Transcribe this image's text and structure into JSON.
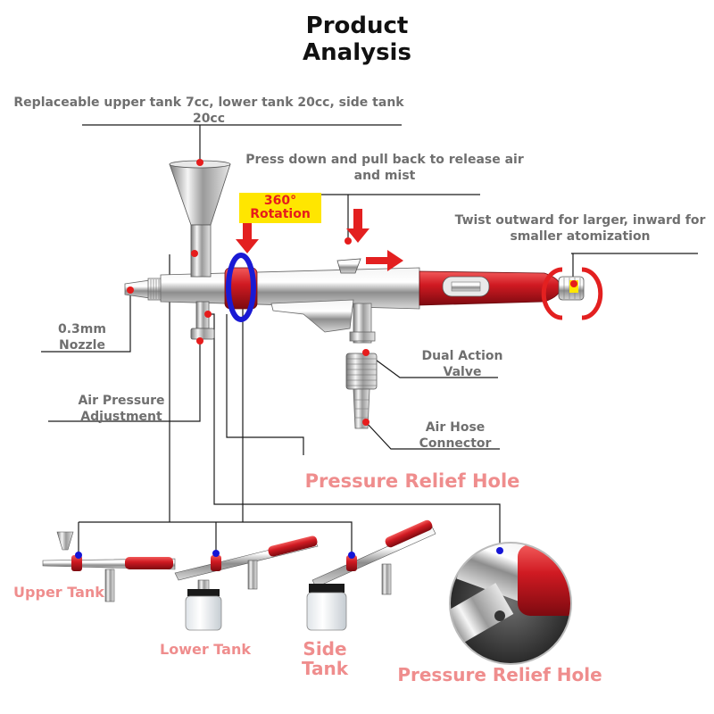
{
  "header": {
    "title_line1": "Product",
    "title_line2": "Analysis"
  },
  "labels": {
    "tank_capacity": "Replaceable upper tank 7cc, lower tank 20cc, side tank 20cc",
    "press_down": "Press down and pull back to release air and mist",
    "rotation_badge_line1": "360°",
    "rotation_badge_line2": "Rotation",
    "twist": "Twist outward for larger, inward for smaller atomization",
    "nozzle_line1": "0.3mm",
    "nozzle_line2": "Nozzle",
    "air_pressure_line1": "Air Pressure",
    "air_pressure_line2": "Adjustment",
    "dual_action_line1": "Dual Action",
    "dual_action_line2": "Valve",
    "air_hose_line1": "Air Hose",
    "air_hose_line2": "Connector",
    "pressure_relief_1": "Pressure Relief Hole",
    "upper_tank": "Upper Tank",
    "lower_tank": "Lower Tank",
    "side_tank_line1": "Side",
    "side_tank_line2": "Tank",
    "pressure_relief_2": "Pressure Relief Hole"
  },
  "colors": {
    "accent_red": "#e32020",
    "label_pink": "#ef8d8d",
    "leader_line": "#1a1a1a",
    "marker_blue": "#1515d6",
    "chrome": "#c9c9c9",
    "body_red": "#c8141c"
  }
}
